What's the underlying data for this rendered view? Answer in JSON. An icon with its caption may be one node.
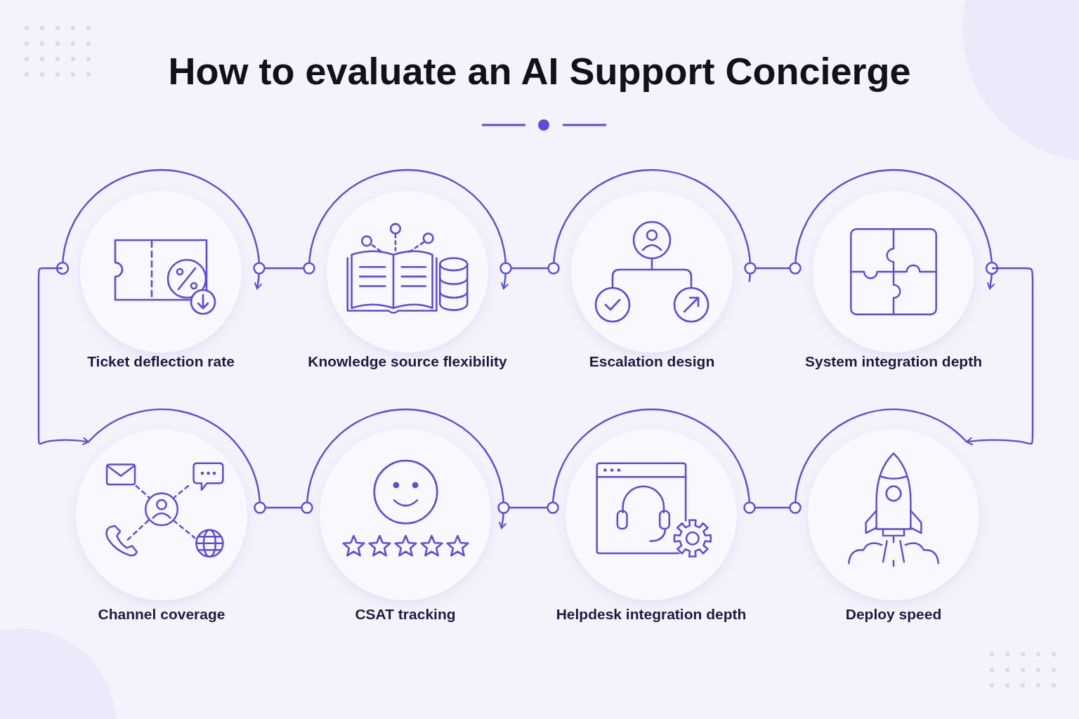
{
  "diagram": {
    "title": "How to evaluate an AI Support Concierge",
    "nodes": [
      {
        "text": [
          "Ticket deflection rate"
        ]
      },
      {
        "text": [
          "Knowledge source flexibility"
        ]
      },
      {
        "text": [
          "Escalation design"
        ]
      },
      {
        "text": [
          "System integration depth"
        ]
      },
      {
        "text": [
          "Channel coverage"
        ]
      },
      {
        "text": [
          "CSAT tracking"
        ]
      },
      {
        "text": [
          "Helpdesk integration depth"
        ]
      },
      {
        "text": [
          "Deploy speed"
        ]
      }
    ],
    "edges": [
      {
        "from": 0,
        "to": 1,
        "arrow": "other"
      },
      {
        "from": 1,
        "to": 2,
        "arrow": "other"
      },
      {
        "from": 2,
        "to": 3,
        "arrow": "other"
      },
      {
        "from": 3,
        "to": 7,
        "arrow": "to"
      },
      {
        "from": 0,
        "to": 4,
        "arrow": "to"
      },
      {
        "from": 4,
        "to": 5,
        "arrow": "other"
      },
      {
        "from": 5,
        "to": 6,
        "arrow": "other"
      },
      {
        "from": 6,
        "to": 7,
        "arrow": "other"
      }
    ]
  }
}
